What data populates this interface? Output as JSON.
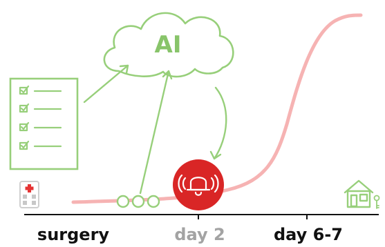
{
  "cloud": {
    "label": "AI"
  },
  "timeline": {
    "labels": [
      "surgery",
      "day 2",
      "day 6-7"
    ]
  },
  "colors": {
    "green": "#97cf7a",
    "pink": "#f6b3b3",
    "red": "#d92626",
    "label_dark": "#111111",
    "label_grey": "#a3a3a3"
  },
  "icons": [
    "checklist-icon",
    "hospital-icon",
    "alarm-bell-icon",
    "home-icon",
    "key-icon"
  ]
}
